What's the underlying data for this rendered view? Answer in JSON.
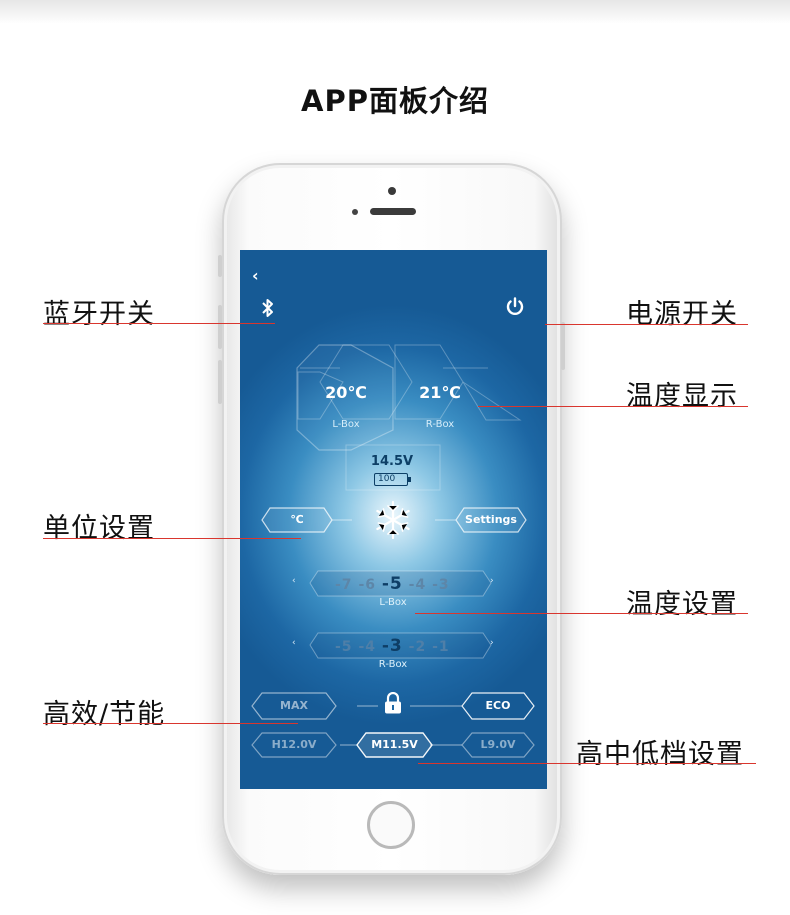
{
  "page_title": "APP面板介绍",
  "callouts": {
    "bluetooth": "蓝牙开关",
    "unit": "单位设置",
    "eco": "高效/节能",
    "power": "电源开关",
    "temp_display": "温度显示",
    "temp_set": "温度设置",
    "gear": "高中低档设置"
  },
  "app": {
    "back_glyph": "‹",
    "left_box": {
      "temp": "20℃",
      "label": "L-Box"
    },
    "right_box": {
      "temp": "21℃",
      "label": "R-Box"
    },
    "voltage": "14.5V",
    "battery": "100",
    "unit_button": "℃",
    "settings_button": "Settings",
    "left_scale": {
      "values": [
        "-7",
        "-6",
        "-5",
        "-4",
        "-3"
      ],
      "selected": "-5",
      "label": "L-Box",
      "left_arrow": "‹",
      "right_arrow": "›"
    },
    "right_scale": {
      "values": [
        "-5",
        "-4",
        "-3",
        "-2",
        "-1"
      ],
      "selected": "-3",
      "label": "R-Box",
      "left_arrow": "‹",
      "right_arrow": "›"
    },
    "max_button": "MAX",
    "eco_button": "ECO",
    "high_button": "H12.0V",
    "mid_button": "M11.5V",
    "low_button": "L9.0V"
  },
  "colors": {
    "screen_deep": "#165a95",
    "screen_glow": "#eaf6fc",
    "callout_line": "#d9362e"
  },
  "icons": [
    "bluetooth-icon",
    "power-icon",
    "snowflake-icon",
    "lock-icon",
    "back-icon"
  ]
}
